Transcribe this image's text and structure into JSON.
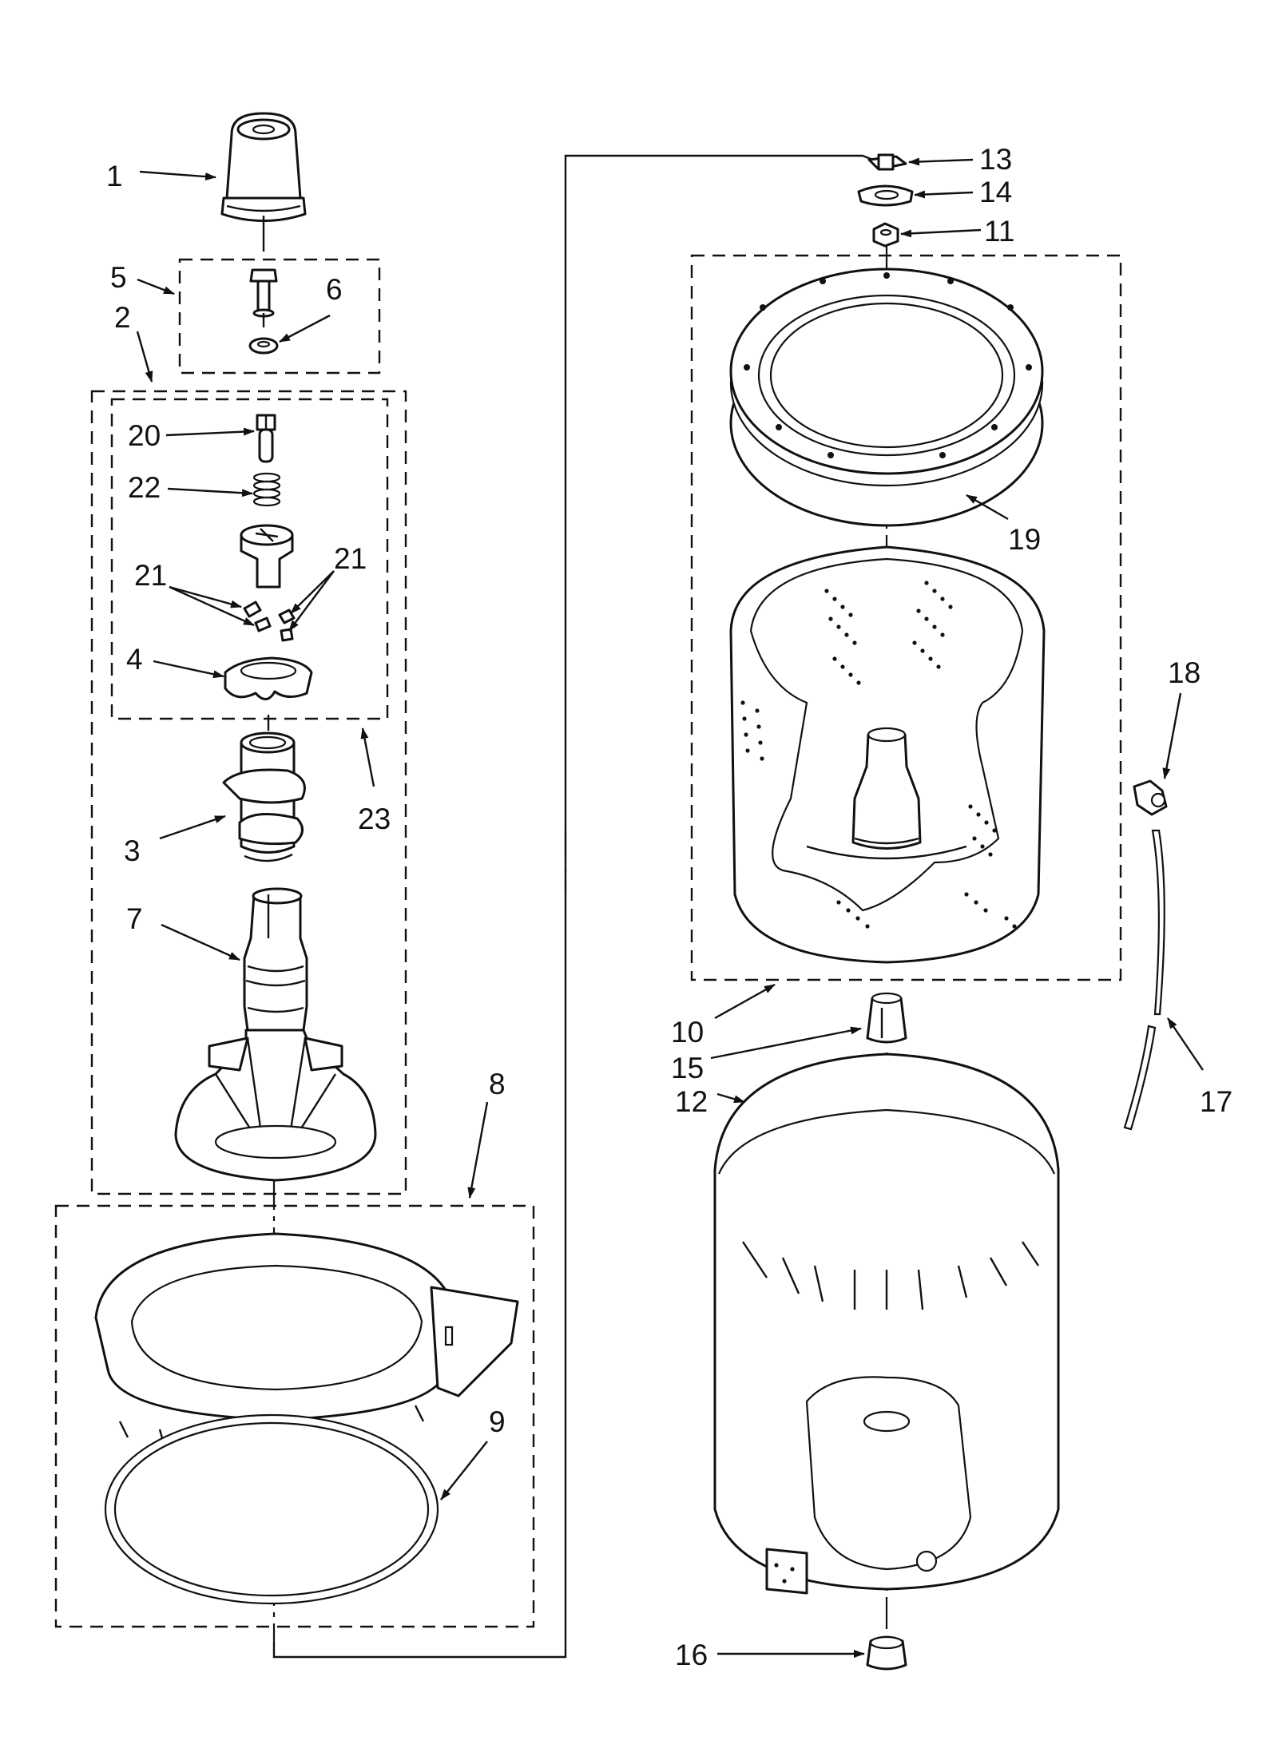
{
  "labels": {
    "p1": "1",
    "p2": "2",
    "p3": "3",
    "p4": "4",
    "p5": "5",
    "p6": "6",
    "p7": "7",
    "p8": "8",
    "p9": "9",
    "p10": "10",
    "p11": "11",
    "p12": "12",
    "p13": "13",
    "p14": "14",
    "p15": "15",
    "p16": "16",
    "p17": "17",
    "p18": "18",
    "p19": "19",
    "p20": "20",
    "p21a": "21",
    "p21b": "21",
    "p22": "22",
    "p23": "23"
  }
}
